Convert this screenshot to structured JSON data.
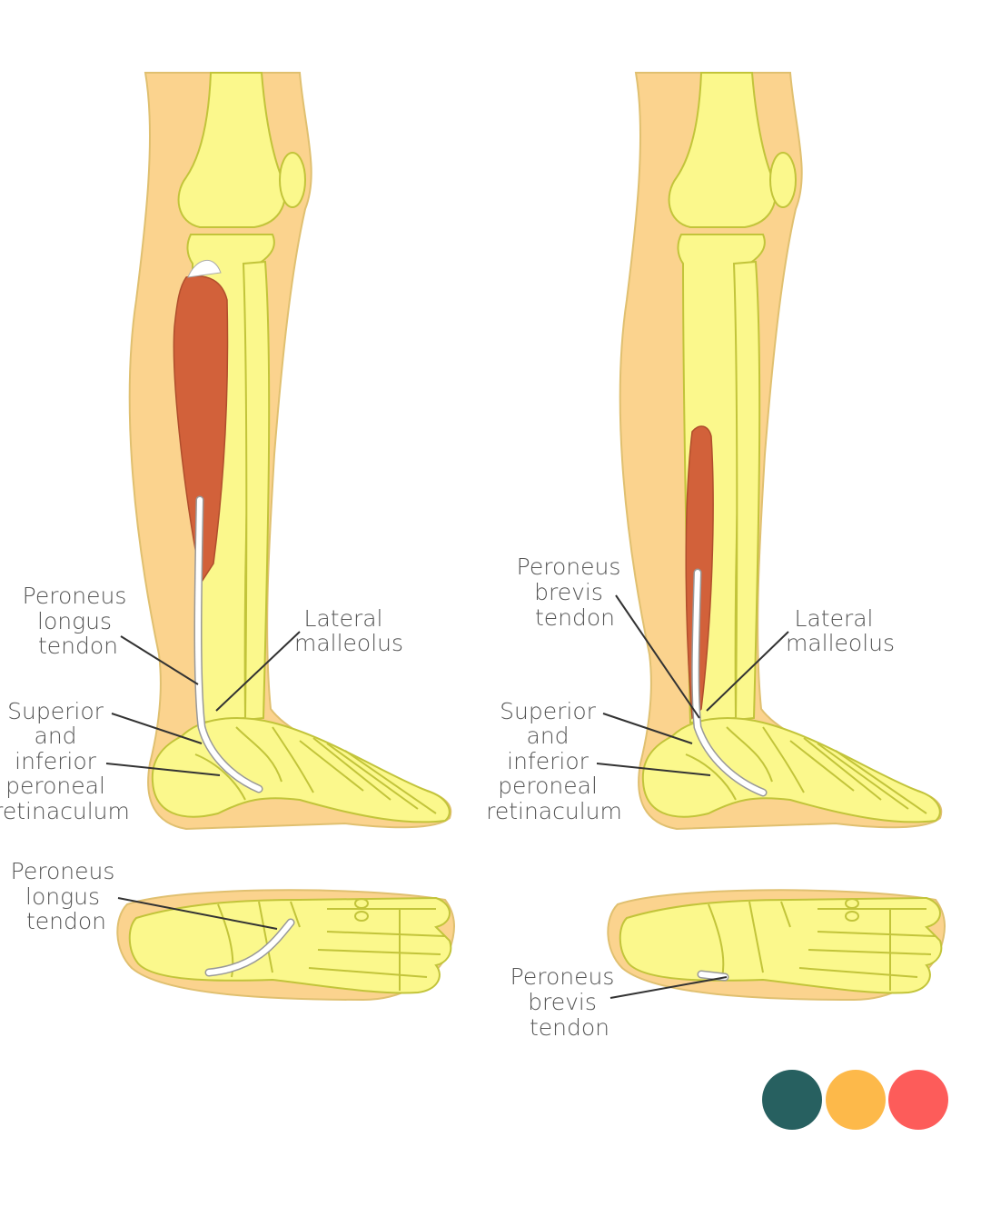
{
  "left": {
    "peroneus_longus_label": [
      "Peroneus",
      "longus",
      "tendon"
    ],
    "lateral_malleolus_label": [
      "Lateral",
      "malleolus"
    ],
    "retinaculum_label": [
      "Superior",
      "and",
      "inferior",
      "peroneal",
      "retinaculum"
    ],
    "sole_label": [
      "Peroneus",
      "longus",
      "tendon"
    ]
  },
  "right": {
    "peroneus_brevis_label": [
      "Peroneus",
      "brevis",
      "tendon"
    ],
    "lateral_malleolus_label": [
      "Lateral",
      "malleolus"
    ],
    "retinaculum_label": [
      "Superior",
      "and",
      "inferior",
      "peroneal",
      "retinaculum"
    ],
    "sole_label": [
      "Peroneus",
      "brevis",
      "tendon"
    ]
  },
  "colors": {
    "skin": "#fbd38e",
    "bone": "#fbf88c",
    "muscle": "#d2613a",
    "dot1": "#276060",
    "dot2": "#fdb94a",
    "dot3": "#fd5c5a"
  }
}
